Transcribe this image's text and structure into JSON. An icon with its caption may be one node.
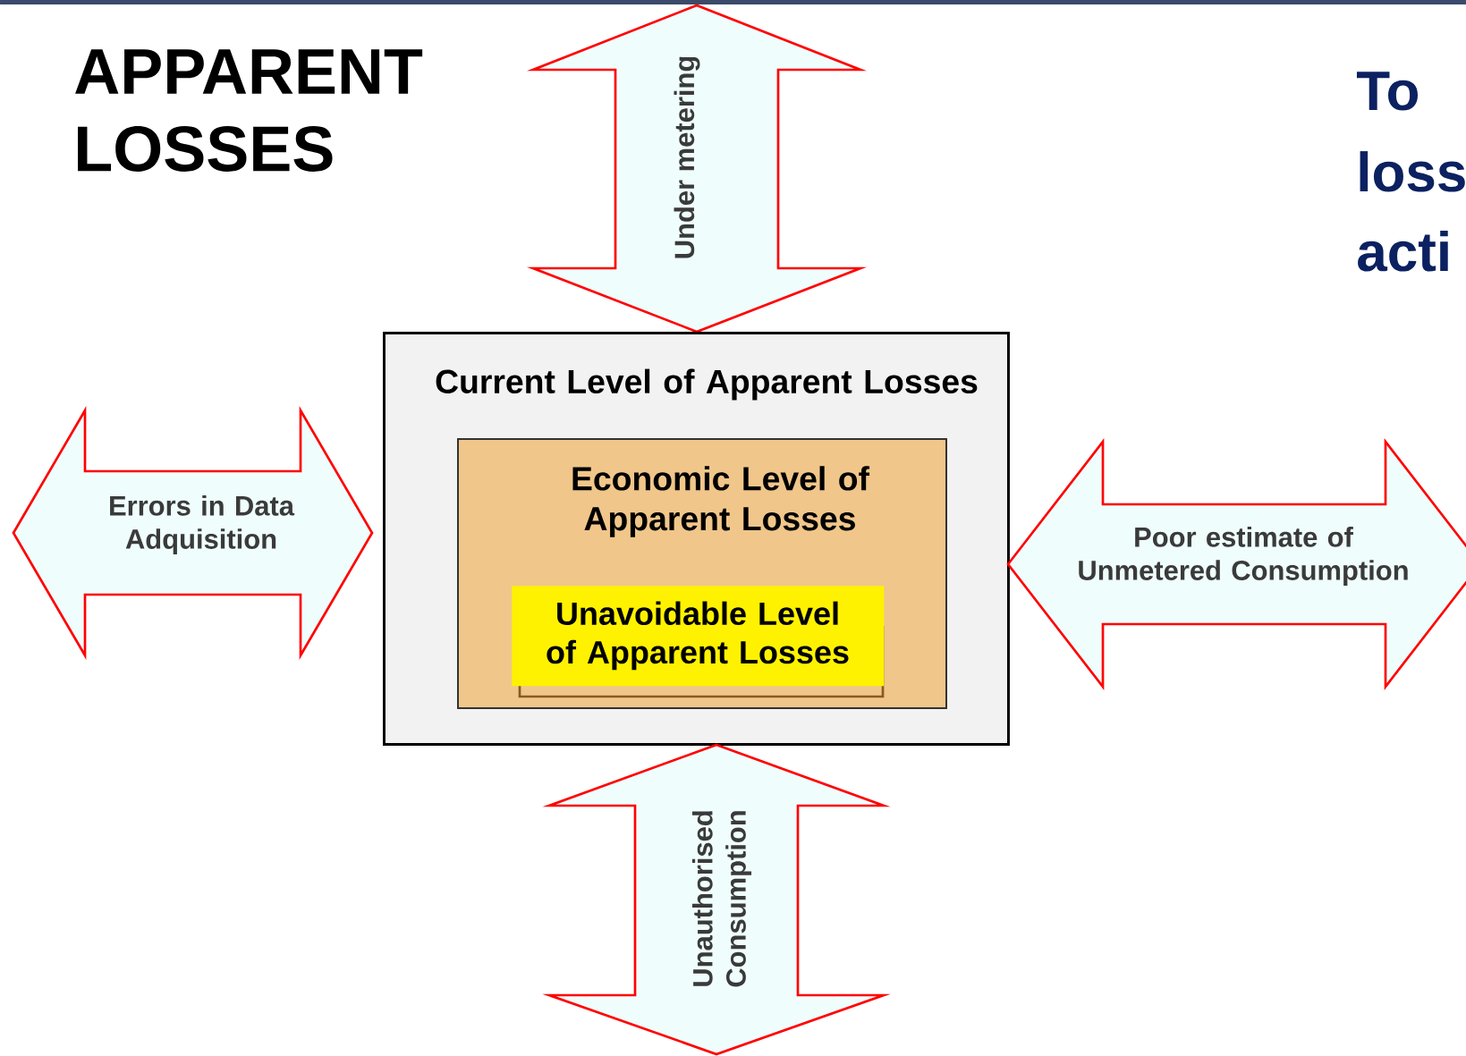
{
  "diagram": {
    "title": "APPARENT LOSSES",
    "nodes": [
      {
        "text": [
          "Under metering"
        ]
      },
      {
        "text": [
          "Errors in Data Adquisition"
        ]
      },
      {
        "text": [
          "Current Level of Apparent Losses"
        ]
      },
      {
        "text": [
          "Economic Level of Apparent Losses"
        ],
        "in": 2
      },
      {
        "text": [
          "Unavoidable Level of Apparent Losses"
        ],
        "in": 3
      },
      {
        "text": [
          "Poor estimate of Unmetered Consumption"
        ]
      },
      {
        "text": [
          "Unauthorised Consumption"
        ]
      }
    ],
    "labels": [
      "To",
      "loss",
      "acti"
    ]
  }
}
